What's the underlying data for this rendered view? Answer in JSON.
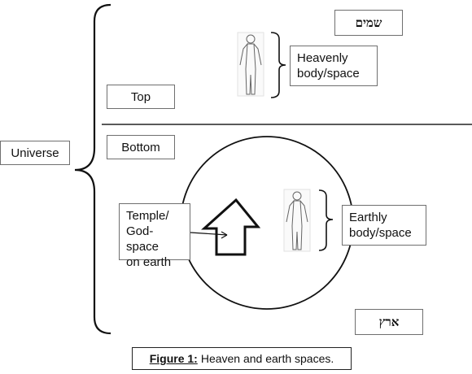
{
  "labels": {
    "universe": "Universe",
    "top": "Top",
    "bottom": "Bottom",
    "heavenly": "Heavenly\nbody/space",
    "earthly": "Earthly\nbody/space",
    "temple": "Temple/\nGod-space\non earth",
    "shamayim": "שמים",
    "eretz": "ארץ"
  },
  "caption": {
    "label": "Figure 1:",
    "text": "Heaven and earth spaces."
  }
}
